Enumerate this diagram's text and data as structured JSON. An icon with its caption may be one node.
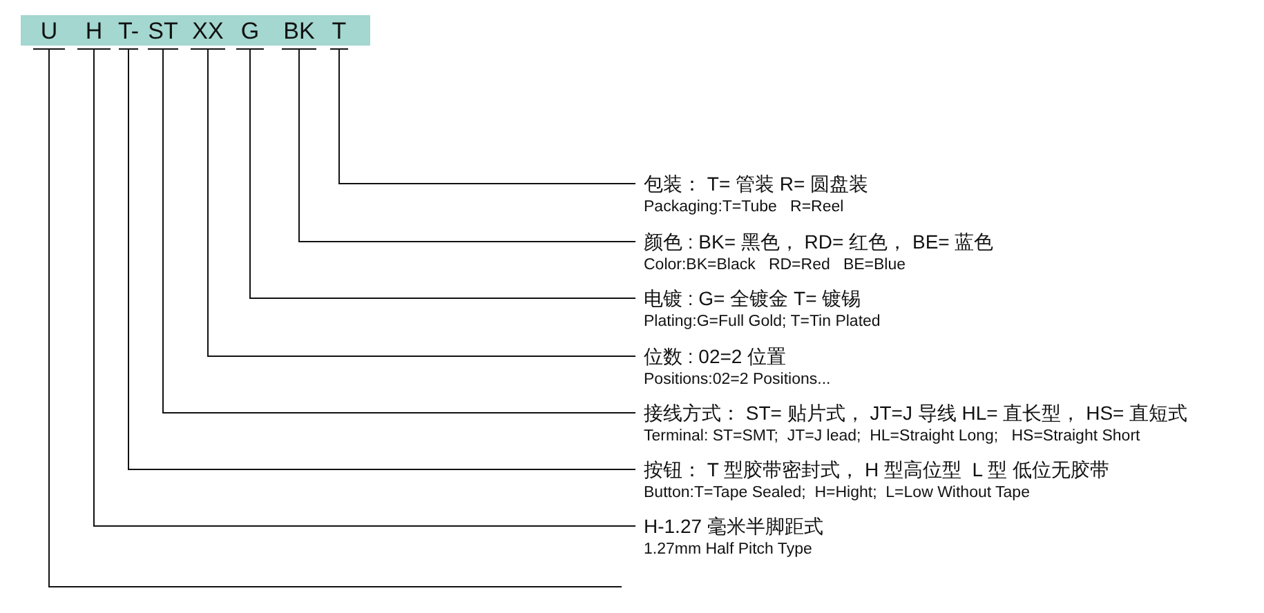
{
  "diagram": {
    "nodes": [
      {
        "text": [],
        "shape": "bar"
      },
      {
        "text": [
          "U"
        ],
        "in": 0
      },
      {
        "text": [
          "H"
        ],
        "in": 0
      },
      {
        "text": [
          "T-"
        ],
        "in": 0
      },
      {
        "text": [
          "ST"
        ],
        "in": 0
      },
      {
        "text": [
          "XX"
        ],
        "in": 0
      },
      {
        "text": [
          "G"
        ],
        "in": 0
      },
      {
        "text": [
          "BK"
        ],
        "in": 0
      },
      {
        "text": [
          "T"
        ],
        "in": 0
      },
      {
        "text": [
          "包装： T= 管装 R= 圆盘装",
          "Packaging:T=Tube   R=Reel"
        ]
      },
      {
        "text": [
          "颜色 : BK= 黑色， RD= 红色， BE= 蓝色",
          "Color:BK=Black   RD=Red   BE=Blue"
        ]
      },
      {
        "text": [
          "电镀 : G= 全镀金 T= 镀锡",
          "Plating:G=Full Gold; T=Tin Plated"
        ]
      },
      {
        "text": [
          "位数 : 02=2 位置",
          "Positions:02=2 Positions..."
        ]
      },
      {
        "text": [
          "接线方式： ST= 贴片式， JT=J 导线 HL= 直长型， HS= 直短式",
          "Terminal: ST=SMT;  JT=J lead;  HL=Straight Long;   HS=Straight Short"
        ]
      },
      {
        "text": [
          "按钮： T 型胶带密封式， H 型高位型  L 型 低位无胶带",
          "Button:T=Tape Sealed;  H=Hight;  L=Low Without Tape"
        ]
      },
      {
        "text": [
          "H-1.27 毫米半脚距式",
          "1.27mm Half Pitch Type"
        ]
      }
    ],
    "edges": [
      {
        "from": 8,
        "to": 9,
        "arrow": "none"
      },
      {
        "from": 7,
        "to": 10,
        "arrow": "none"
      },
      {
        "from": 6,
        "to": 11,
        "arrow": "none"
      },
      {
        "from": 5,
        "to": 12,
        "arrow": "none"
      },
      {
        "from": 4,
        "to": 13,
        "arrow": "none"
      },
      {
        "from": 3,
        "to": 14,
        "arrow": "none"
      },
      {
        "from": 2,
        "to": 15,
        "arrow": "none"
      },
      {
        "from": 1,
        "to": null,
        "arrow": "none"
      }
    ]
  }
}
